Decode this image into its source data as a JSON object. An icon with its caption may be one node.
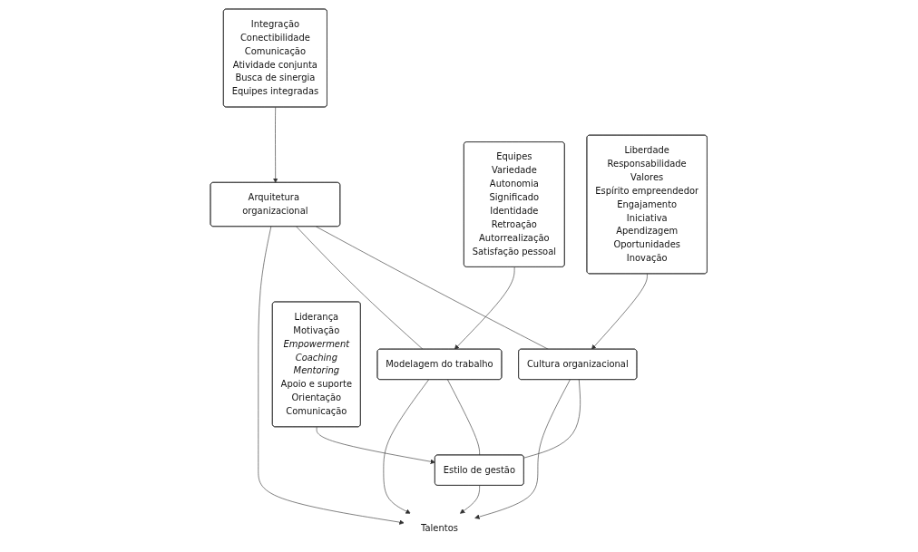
{
  "diagram": {
    "nodes": [
      {
        "text": [
          "Integração",
          "Conectibilidade",
          "Comunicação",
          "Atividade conjunta",
          "Busca de sinergia",
          "Equipes integradas"
        ]
      },
      {
        "text": [
          "Arquitetura organizacional"
        ]
      },
      {
        "text": [
          "Cultura organizacional"
        ]
      },
      {
        "text": [
          "Liberdade",
          "Responsabilidade",
          "Valores",
          "Espírito empreendedor",
          "Engajamento",
          "Iniciativa",
          "Apendizagem",
          "Oportunidades",
          "Inovação"
        ]
      },
      {
        "text": [
          "Talentos"
        ]
      },
      {
        "text": [
          "Equipes",
          "Variedade",
          "Autonomia",
          "Significado",
          "Identidade",
          "Retroação",
          "Autorrealização",
          "Satisfação pessoal"
        ]
      },
      {
        "text": [
          "Modelagem do trabalho"
        ]
      },
      {
        "text": [
          "Estilo de gestão"
        ]
      },
      {
        "text": [
          "Liderança",
          "Motivação",
          "Empowerment",
          "Coaching",
          "Mentoring",
          "Apoio e suporte",
          "Orientação",
          "Comunicação"
        ]
      }
    ],
    "edges": [
      {
        "from": 0,
        "to": 1,
        "arrow": "to"
      },
      {
        "from": 3,
        "to": 2,
        "arrow": "to"
      },
      {
        "from": 5,
        "to": 6,
        "arrow": "to"
      },
      {
        "from": 8,
        "to": 7,
        "arrow": "to"
      },
      {
        "from": 1,
        "to": 2,
        "arrow": "none"
      },
      {
        "from": 1,
        "to": 6,
        "arrow": "none"
      },
      {
        "from": 2,
        "to": 7,
        "arrow": "none"
      },
      {
        "from": 6,
        "to": 7,
        "arrow": "none"
      },
      {
        "from": 1,
        "to": 4,
        "arrow": "to"
      },
      {
        "from": 2,
        "to": 4,
        "arrow": "to"
      },
      {
        "from": 6,
        "to": 4,
        "arrow": "to"
      },
      {
        "from": 7,
        "to": 4,
        "arrow": "to"
      }
    ]
  }
}
